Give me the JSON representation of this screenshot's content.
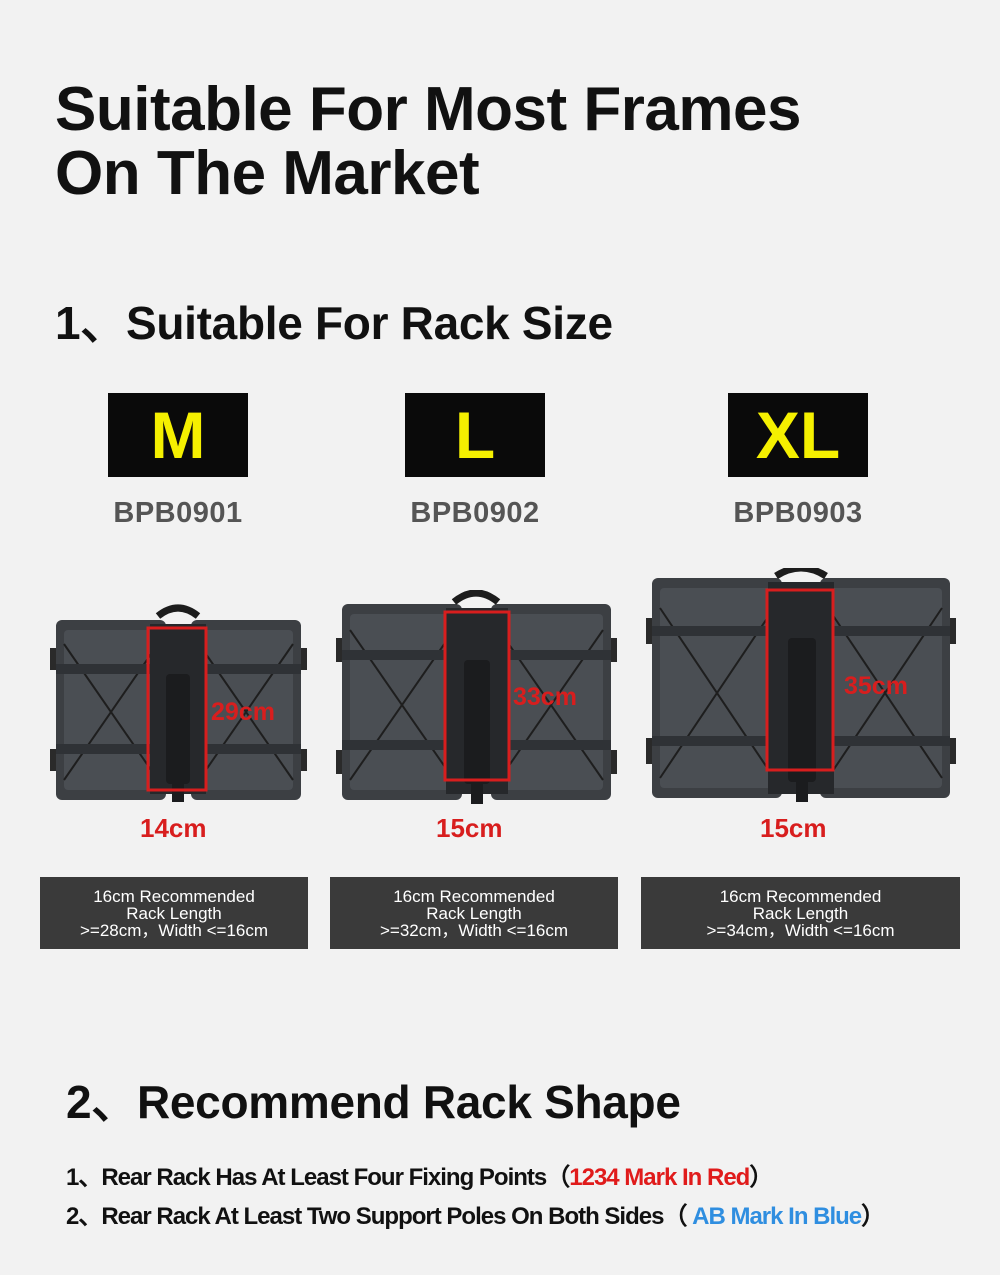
{
  "title": {
    "line1": "Suitable For Most Frames",
    "line2": "On The Market"
  },
  "section1": {
    "heading": "1、Suitable For Rack Size"
  },
  "sizes": [
    {
      "label": "M",
      "model": "BPB0901",
      "height_label": "29cm",
      "width_label": "14cm",
      "rec_line1": "16cm  Recommended",
      "rec_line2": "Rack Length",
      "rec_line3": ">=28cm，Width  <=16cm"
    },
    {
      "label": "L",
      "model": "BPB0902",
      "height_label": "33cm",
      "width_label": "15cm",
      "rec_line1": "16cm  Recommended",
      "rec_line2": "Rack Length",
      "rec_line3": ">=32cm，Width  <=16cm"
    },
    {
      "label": "XL",
      "model": "BPB0903",
      "height_label": "35cm",
      "width_label": "15cm",
      "rec_line1": "16cm  Recommended",
      "rec_line2": "Rack Length",
      "rec_line3": ">=34cm，Width  <=16cm"
    }
  ],
  "section2": {
    "heading": "2、Recommend Rack Shape"
  },
  "requirements": [
    {
      "text": "1、Rear Rack Has At Least Four Fixing Points",
      "open": "（",
      "highlight": "1234 Mark In Red",
      "close": "）"
    },
    {
      "text": "2、Rear Rack At Least Two Support Poles On Both Sides",
      "open": "（ ",
      "highlight": "AB Mark In Blue",
      "close": "）"
    }
  ],
  "colors": {
    "badge_bg": "#0a0a0a",
    "badge_text": "#f5f000",
    "measure_red": "#d81e1e",
    "red_note": "#e01b1b",
    "blue_note": "#2f8ee0",
    "rec_box_bg": "#3a3a3a"
  }
}
